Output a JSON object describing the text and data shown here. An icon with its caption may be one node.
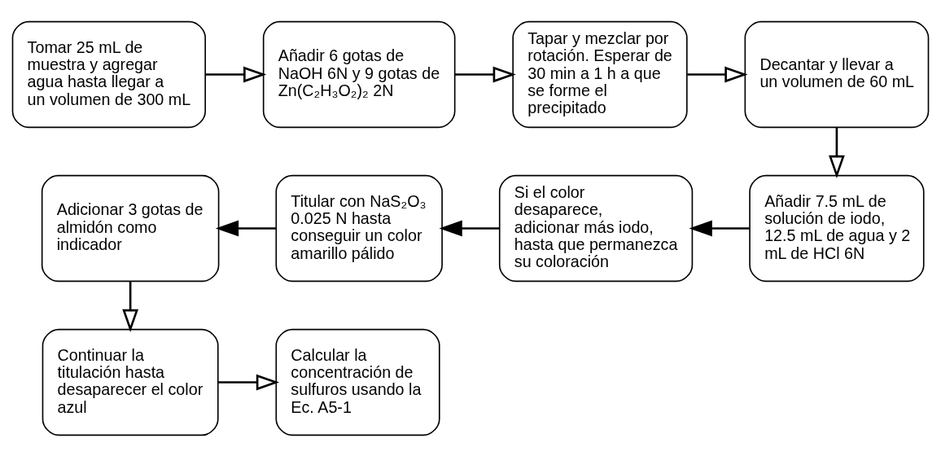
{
  "diagram": {
    "nodes": [
      {
        "text": [
          "Tomar 25 mL de muestra y agregar agua hasta llegar a un volumen de 300 mL"
        ]
      },
      {
        "text": [
          "Añadir 6 gotas de NaOH 6N y 9 gotas de Zn(C₂H₃O₂)₂ 2N"
        ]
      },
      {
        "text": [
          "Tapar y mezclar por rotación. Esperar de 30 min a 1 h a que se forme el precipitado"
        ]
      },
      {
        "text": [
          "Decantar y llevar a un volumen de 60 mL"
        ]
      },
      {
        "text": [
          "Añadir 7.5 mL de solución de iodo, 12.5 mL de agua y 2 mL de HCl 6N"
        ]
      },
      {
        "text": [
          "Si el color desaparece, adicionar más iodo, hasta que permanezca su coloración"
        ]
      },
      {
        "text": [
          "Titular con NaS₂O₃ 0.025 N hasta conseguir un color amarillo pálido"
        ]
      },
      {
        "text": [
          "Adicionar 3 gotas de almidón como indicador"
        ]
      },
      {
        "text": [
          "Continuar la titulación hasta desaparecer el color azul"
        ]
      },
      {
        "text": [
          "Calcular la concentración de sulfuros usando la Ec. A5-1"
        ]
      }
    ],
    "edges": [
      {
        "from": 0,
        "to": 1,
        "arrow": "to"
      },
      {
        "from": 1,
        "to": 2,
        "arrow": "to"
      },
      {
        "from": 2,
        "to": 3,
        "arrow": "to"
      },
      {
        "from": 3,
        "to": 4,
        "arrow": "to"
      },
      {
        "from": 4,
        "to": 5,
        "arrow": "to"
      },
      {
        "from": 5,
        "to": 6,
        "arrow": "to"
      },
      {
        "from": 6,
        "to": 7,
        "arrow": "to"
      },
      {
        "from": 7,
        "to": 8,
        "arrow": "to"
      },
      {
        "from": 8,
        "to": 9,
        "arrow": "to"
      }
    ]
  }
}
